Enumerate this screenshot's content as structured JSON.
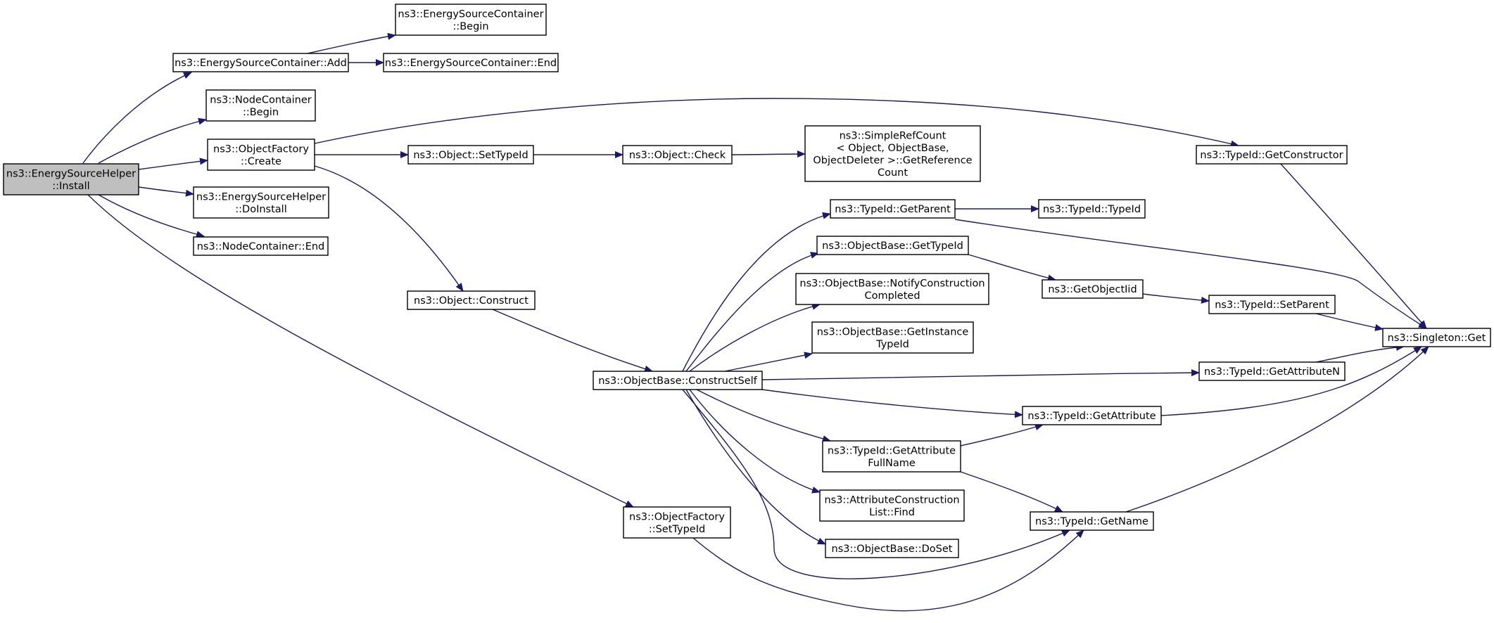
{
  "colors": {
    "edge": "#191970",
    "node_border": "#000000",
    "root_fill": "#bfbfbf",
    "node_fill": "#ffffff",
    "background": "#ffffff"
  },
  "nodes": [
    {
      "id": "install",
      "lines": [
        "ns3::EnergySourceHelper",
        "::Install"
      ],
      "root": true
    },
    {
      "id": "esc-add",
      "lines": [
        "ns3::EnergySourceContainer::Add"
      ]
    },
    {
      "id": "esc-begin",
      "lines": [
        "ns3::EnergySourceContainer",
        "::Begin"
      ]
    },
    {
      "id": "esc-end",
      "lines": [
        "ns3::EnergySourceContainer::End"
      ]
    },
    {
      "id": "nc-begin",
      "lines": [
        "ns3::NodeContainer",
        "::Begin"
      ]
    },
    {
      "id": "of-create",
      "lines": [
        "ns3::ObjectFactory",
        "::Create"
      ]
    },
    {
      "id": "esh-doinstall",
      "lines": [
        "ns3::EnergySourceHelper",
        "::DoInstall"
      ]
    },
    {
      "id": "nc-end",
      "lines": [
        "ns3::NodeContainer::End"
      ]
    },
    {
      "id": "obj-settypeid",
      "lines": [
        "ns3::Object::SetTypeId"
      ]
    },
    {
      "id": "obj-check",
      "lines": [
        "ns3::Object::Check"
      ]
    },
    {
      "id": "src-getrefcount",
      "lines": [
        "ns3::SimpleRefCount",
        "< Object, ObjectBase,",
        "ObjectDeleter >::GetReference",
        "Count"
      ]
    },
    {
      "id": "tid-getconstructor",
      "lines": [
        "ns3::TypeId::GetConstructor"
      ]
    },
    {
      "id": "obj-construct",
      "lines": [
        "ns3::Object::Construct"
      ]
    },
    {
      "id": "ob-constructself",
      "lines": [
        "ns3::ObjectBase::ConstructSelf"
      ]
    },
    {
      "id": "tid-getparent",
      "lines": [
        "ns3::TypeId::GetParent"
      ]
    },
    {
      "id": "tid-typeid",
      "lines": [
        "ns3::TypeId::TypeId"
      ]
    },
    {
      "id": "ob-gettypeid",
      "lines": [
        "ns3::ObjectBase::GetTypeId"
      ]
    },
    {
      "id": "getobjectiid",
      "lines": [
        "ns3::GetObjectIid"
      ]
    },
    {
      "id": "tid-setparent",
      "lines": [
        "ns3::TypeId::SetParent"
      ]
    },
    {
      "id": "singleton-get",
      "lines": [
        "ns3::Singleton::Get"
      ]
    },
    {
      "id": "ob-notifyconstruction",
      "lines": [
        "ns3::ObjectBase::NotifyConstruction",
        "Completed"
      ]
    },
    {
      "id": "ob-getinstancetypeid",
      "lines": [
        "ns3::ObjectBase::GetInstance",
        "TypeId"
      ]
    },
    {
      "id": "tid-getattributen",
      "lines": [
        "ns3::TypeId::GetAttributeN"
      ]
    },
    {
      "id": "tid-getattribute",
      "lines": [
        "ns3::TypeId::GetAttribute"
      ]
    },
    {
      "id": "tid-getattributefullname",
      "lines": [
        "ns3::TypeId::GetAttribute",
        "FullName"
      ]
    },
    {
      "id": "acl-find",
      "lines": [
        "ns3::AttributeConstruction",
        "List::Find"
      ]
    },
    {
      "id": "ob-doset",
      "lines": [
        "ns3::ObjectBase::DoSet"
      ]
    },
    {
      "id": "tid-getname",
      "lines": [
        "ns3::TypeId::GetName"
      ]
    },
    {
      "id": "of-settypeid",
      "lines": [
        "ns3::ObjectFactory",
        "::SetTypeId"
      ]
    }
  ],
  "edges": [
    {
      "from": "install",
      "to": "esc-add"
    },
    {
      "from": "install",
      "to": "nc-begin"
    },
    {
      "from": "install",
      "to": "of-create"
    },
    {
      "from": "install",
      "to": "esh-doinstall"
    },
    {
      "from": "install",
      "to": "nc-end"
    },
    {
      "from": "install",
      "to": "of-settypeid"
    },
    {
      "from": "esc-add",
      "to": "esc-begin"
    },
    {
      "from": "esc-add",
      "to": "esc-end"
    },
    {
      "from": "of-create",
      "to": "tid-getconstructor"
    },
    {
      "from": "of-create",
      "to": "obj-settypeid"
    },
    {
      "from": "of-create",
      "to": "obj-construct"
    },
    {
      "from": "obj-settypeid",
      "to": "obj-check"
    },
    {
      "from": "obj-check",
      "to": "src-getrefcount"
    },
    {
      "from": "tid-getconstructor",
      "to": "singleton-get"
    },
    {
      "from": "obj-construct",
      "to": "ob-constructself"
    },
    {
      "from": "ob-constructself",
      "to": "tid-getparent"
    },
    {
      "from": "ob-constructself",
      "to": "ob-gettypeid"
    },
    {
      "from": "ob-constructself",
      "to": "ob-notifyconstruction"
    },
    {
      "from": "ob-constructself",
      "to": "ob-getinstancetypeid"
    },
    {
      "from": "ob-constructself",
      "to": "tid-getattributen"
    },
    {
      "from": "ob-constructself",
      "to": "tid-getattribute"
    },
    {
      "from": "ob-constructself",
      "to": "tid-getattributefullname"
    },
    {
      "from": "ob-constructself",
      "to": "acl-find"
    },
    {
      "from": "ob-constructself",
      "to": "ob-doset"
    },
    {
      "from": "ob-constructself",
      "to": "tid-getname"
    },
    {
      "from": "tid-getparent",
      "to": "tid-typeid"
    },
    {
      "from": "tid-getparent",
      "to": "singleton-get"
    },
    {
      "from": "ob-gettypeid",
      "to": "getobjectiid"
    },
    {
      "from": "getobjectiid",
      "to": "tid-setparent"
    },
    {
      "from": "tid-setparent",
      "to": "singleton-get"
    },
    {
      "from": "tid-getattributen",
      "to": "singleton-get"
    },
    {
      "from": "tid-getattribute",
      "to": "singleton-get"
    },
    {
      "from": "tid-getattributefullname",
      "to": "tid-getattribute"
    },
    {
      "from": "tid-getattributefullname",
      "to": "tid-getname"
    },
    {
      "from": "tid-getname",
      "to": "singleton-get"
    },
    {
      "from": "of-settypeid",
      "to": "tid-getname"
    }
  ]
}
